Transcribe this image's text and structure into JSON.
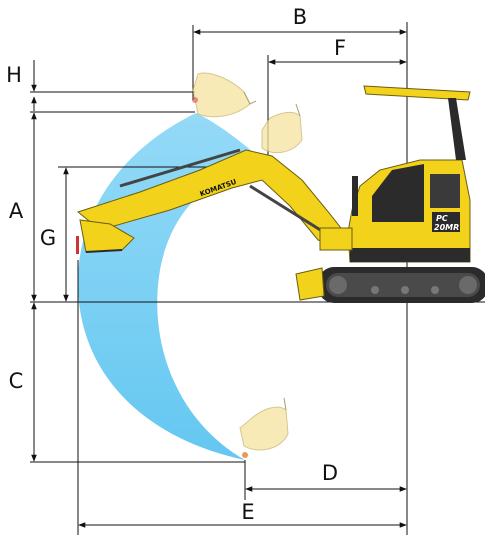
{
  "labels": {
    "A": "A",
    "B": "B",
    "C": "C",
    "D": "D",
    "E": "E",
    "F": "F",
    "G": "G",
    "H": "H"
  },
  "machine": {
    "brand": "KOMATSU",
    "model_top": "PC",
    "model_bottom": "20MR"
  },
  "colors": {
    "reach_envelope": "#66c9f2",
    "machine_yellow": "#f2d21a",
    "machine_dark": "#2b2b2b",
    "bucket_ghost": "#f6e3a0"
  }
}
